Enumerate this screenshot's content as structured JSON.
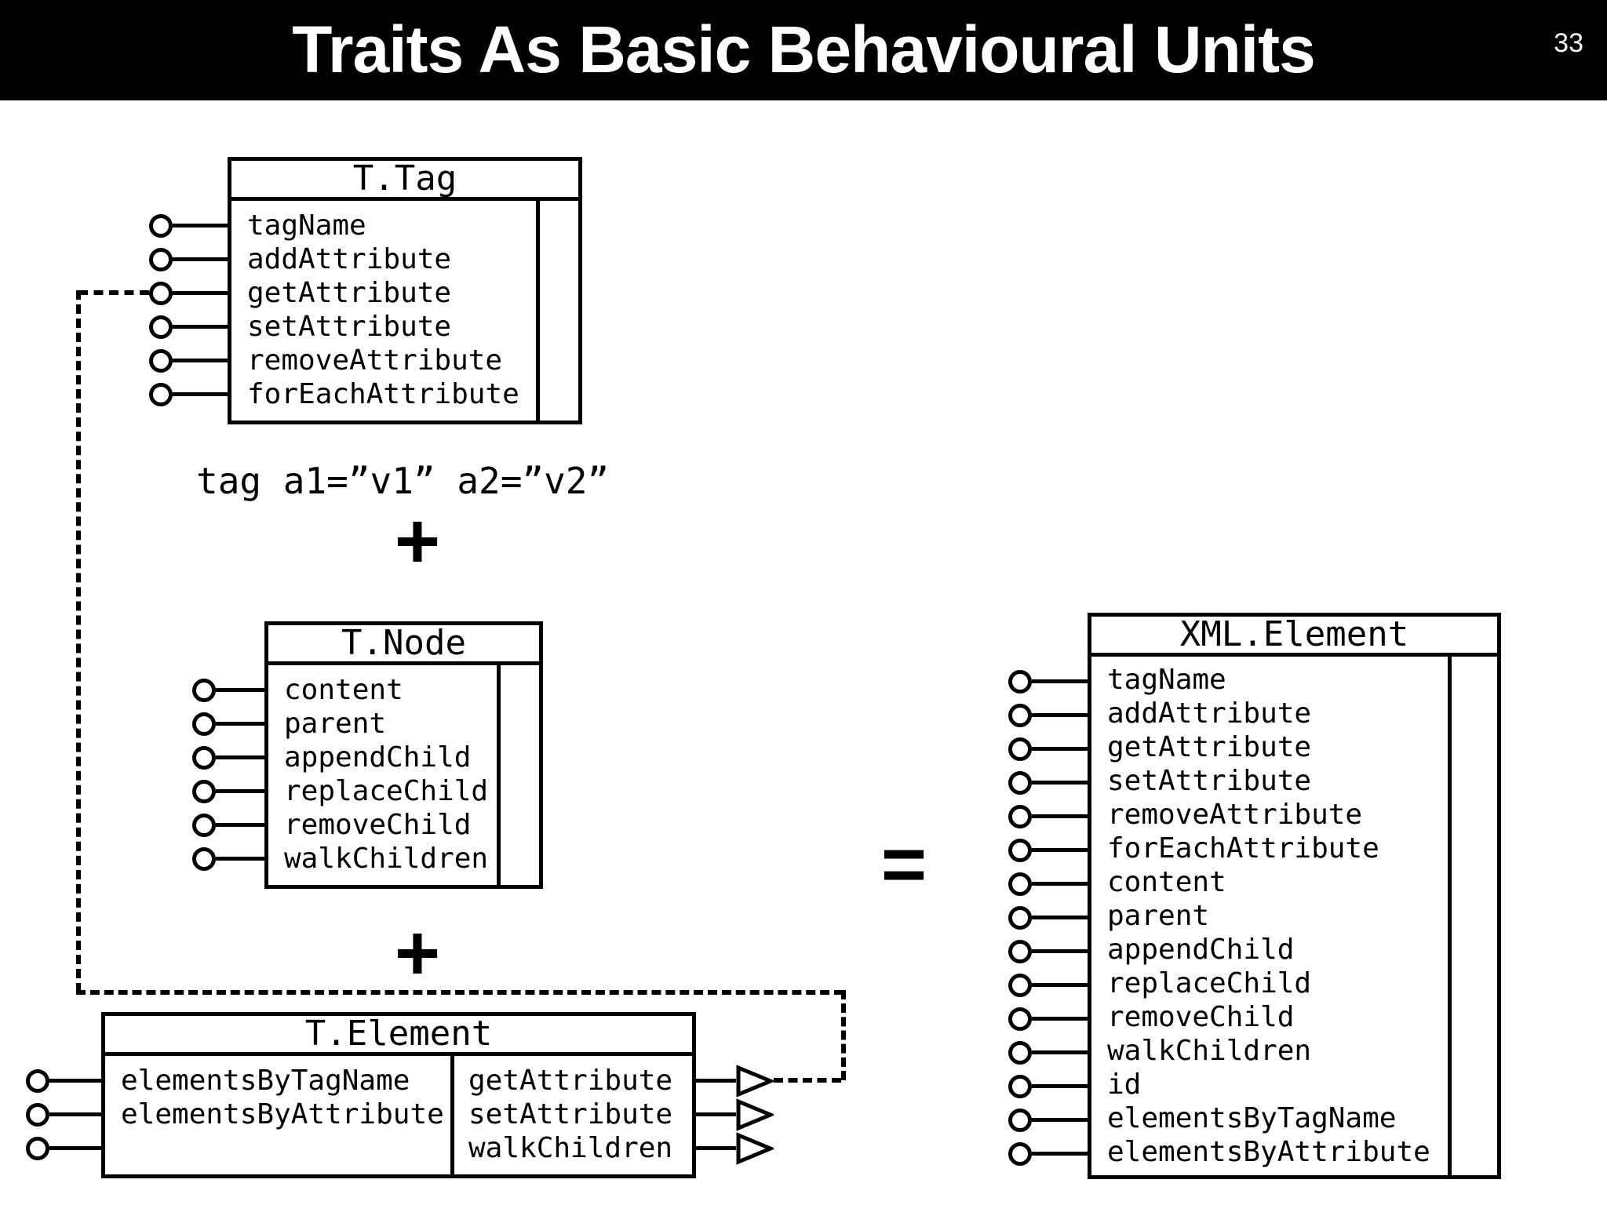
{
  "slide": {
    "title": "Traits As Basic Behavioural Units",
    "page_number": "33"
  },
  "colors": {
    "titlebar_bg": "#000000",
    "titlebar_text": "#ffffff",
    "canvas_bg": "#ffffff",
    "line": "#000000"
  },
  "caption": {
    "tag_example": "tag a1=”v1” a2=”v2”"
  },
  "operators": {
    "plus_top": "+",
    "plus_bottom": "+",
    "equals": "="
  },
  "icons": {
    "provided_interface": "lollipop-circle",
    "required_interface": "open-triangle-arrow",
    "delegation_link": "dashed-connector"
  },
  "boxes": {
    "t_tag": {
      "title": "T.Tag",
      "methods": [
        "tagName",
        "addAttribute",
        "getAttribute",
        "setAttribute",
        "removeAttribute",
        "forEachAttribute"
      ]
    },
    "t_node": {
      "title": "T.Node",
      "methods": [
        "content",
        "parent",
        "appendChild",
        "replaceChild",
        "removeChild",
        "walkChildren"
      ]
    },
    "t_element": {
      "title": "T.Element",
      "left_methods": [
        "elementsByTagName",
        "elementsByAttribute"
      ],
      "right_methods": [
        "getAttribute",
        "setAttribute",
        "walkChildren"
      ]
    },
    "xml_element": {
      "title": "XML.Element",
      "methods": [
        "tagName",
        "addAttribute",
        "getAttribute",
        "setAttribute",
        "removeAttribute",
        "forEachAttribute",
        "content",
        "parent",
        "appendChild",
        "replaceChild",
        "removeChild",
        "walkChildren",
        "id",
        "elementsByTagName",
        "elementsByAttribute"
      ]
    }
  }
}
